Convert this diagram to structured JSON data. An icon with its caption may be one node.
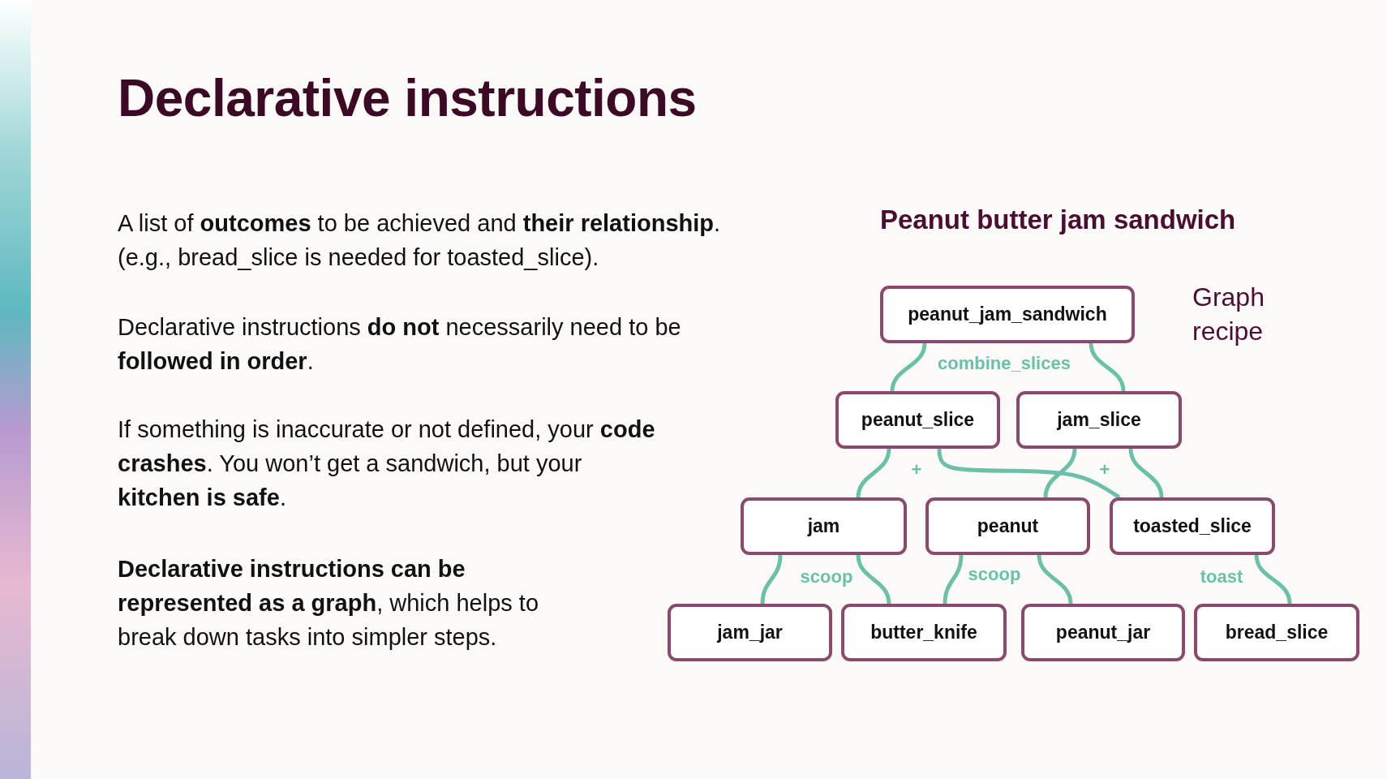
{
  "diagram": {
    "title": "Declarative instructions",
    "nodes": [
      {
        "text": [
          "peanut_jam_sandwich"
        ]
      },
      {
        "text": [
          "peanut_slice"
        ]
      },
      {
        "text": [
          "jam_slice"
        ]
      },
      {
        "text": [
          "jam"
        ]
      },
      {
        "text": [
          "peanut"
        ]
      },
      {
        "text": [
          "toasted_slice"
        ]
      },
      {
        "text": [
          "jam_jar"
        ]
      },
      {
        "text": [
          "butter_knife"
        ]
      },
      {
        "text": [
          "peanut_jar"
        ]
      },
      {
        "text": [
          "bread_slice"
        ]
      }
    ],
    "edges": [
      {
        "from": 0,
        "to": 1,
        "arrow": "none",
        "label": "combine_slices"
      },
      {
        "from": 0,
        "to": 2,
        "arrow": "none"
      },
      {
        "from": 1,
        "to": 3,
        "arrow": "none",
        "label": "+"
      },
      {
        "from": 1,
        "to": 5,
        "arrow": "none"
      },
      {
        "from": 2,
        "to": 4,
        "arrow": "none",
        "label": "+"
      },
      {
        "from": 2,
        "to": 5,
        "arrow": "none"
      },
      {
        "from": 3,
        "to": 6,
        "arrow": "none",
        "label": "scoop"
      },
      {
        "from": 3,
        "to": 7,
        "arrow": "none"
      },
      {
        "from": 4,
        "to": 7,
        "arrow": "none",
        "label": "scoop"
      },
      {
        "from": 4,
        "to": 8,
        "arrow": "none"
      },
      {
        "from": 5,
        "to": 9,
        "arrow": "none",
        "label": "toast"
      }
    ],
    "labels": [
      "A list of **outcomes** to be achieved and **their relationship**. (e.g., bread_slice is needed for toasted_slice).",
      "Declarative instructions **do not** necessarily need to be **followed in order**.",
      "If something is inaccurate or not defined, your **code crashes**. You won’t get a sandwich, but your **kitchen is safe**.",
      "**Declarative instructions can be represented as a graph**, which helps to break down tasks into simpler steps.",
      "Peanut butter jam sandwich",
      "Graph recipe"
    ]
  }
}
